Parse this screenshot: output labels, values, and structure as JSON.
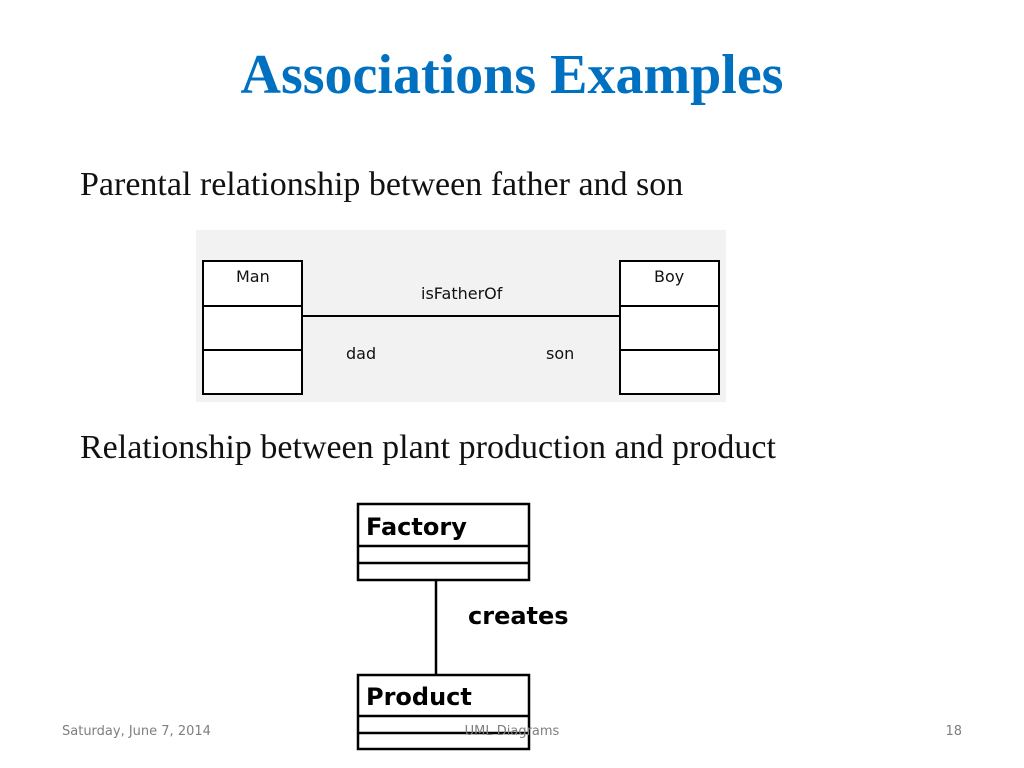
{
  "slide": {
    "title": "Associations Examples",
    "subtitle_1": "Parental relationship between father and son",
    "subtitle_2": "Relationship between plant production and product"
  },
  "diagram_1": {
    "class_left": "Man",
    "class_right": "Boy",
    "association_name": "isFatherOf",
    "role_left": "dad",
    "role_right": "son"
  },
  "diagram_2": {
    "class_top": "Factory",
    "class_bottom": "Product",
    "association_name": "creates"
  },
  "footer": {
    "date": "Saturday, June 7, 2014",
    "center": "UML Diagrams",
    "page": "18"
  }
}
